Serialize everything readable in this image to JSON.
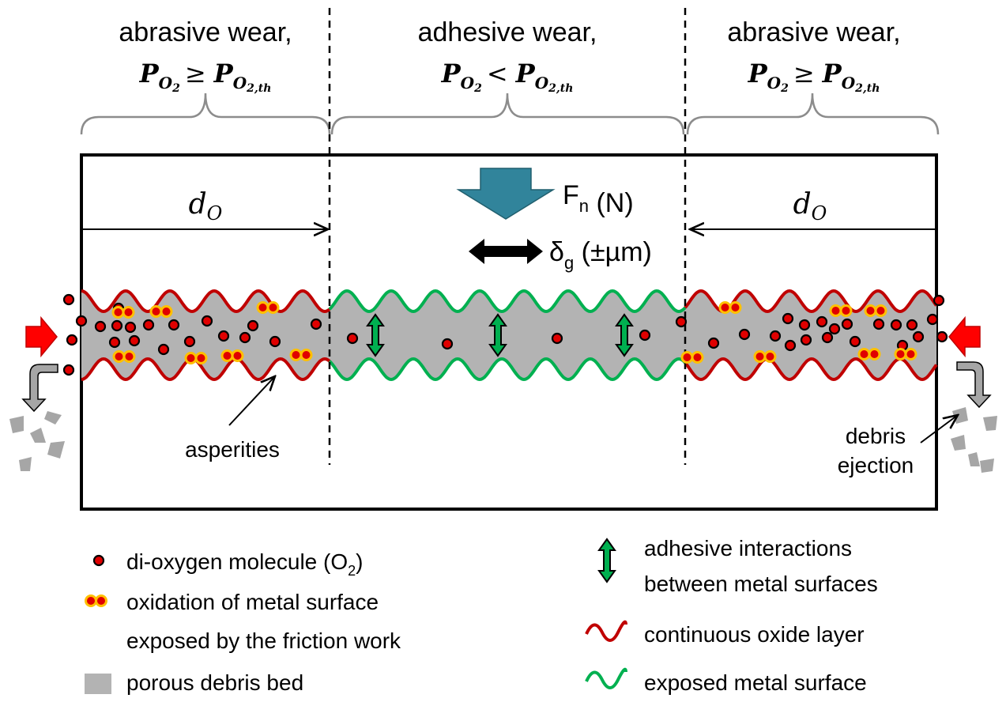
{
  "zones": [
    {
      "title": "abrasive wear,",
      "p_symbol": "P",
      "p_sub": "O",
      "p_sub2": "2",
      "rel": "≥",
      "th_symbol": "P",
      "th_sub": "O",
      "th_sub2": "2,th"
    },
    {
      "title": "adhesive wear,",
      "p_symbol": "P",
      "p_sub": "O",
      "p_sub2": "2",
      "rel": "<",
      "th_symbol": "P",
      "th_sub": "O",
      "th_sub2": "2,th"
    },
    {
      "title": "abrasive wear,",
      "p_symbol": "P",
      "p_sub": "O",
      "p_sub2": "2",
      "rel": "≥",
      "th_symbol": "P",
      "th_sub": "O",
      "th_sub2": "2,th"
    }
  ],
  "diagram": {
    "d_symbol": "d",
    "d_sub": "O",
    "force_label": "F",
    "force_sub": "n",
    "force_unit": " (N)",
    "disp_label": "δ",
    "disp_sub": "g",
    "disp_unit": " (±µm)",
    "asperities_label": "asperities",
    "debris_label_1": "debris",
    "debris_label_2": "ejection"
  },
  "legend": {
    "items": [
      {
        "text": "di-oxygen molecule (O",
        "sub": "2",
        "tail": ")"
      },
      {
        "line1": "oxidation of metal surface",
        "line2": "exposed by the friction work"
      },
      {
        "text": "porous debris bed"
      },
      {
        "line1": "adhesive interactions",
        "line2": "between metal surfaces"
      },
      {
        "text": "continuous oxide layer"
      },
      {
        "text": "exposed metal surface"
      }
    ]
  },
  "colors": {
    "oxide": "#c00000",
    "metal": "#00b050",
    "debris": "#b3b3b3",
    "o2_fill": "#e00000",
    "oxidation_ring": "#ffc000",
    "force_arrow": "#31849b",
    "red_arrow": "#ff0000",
    "gray_arrow": "#a6a6a6"
  }
}
